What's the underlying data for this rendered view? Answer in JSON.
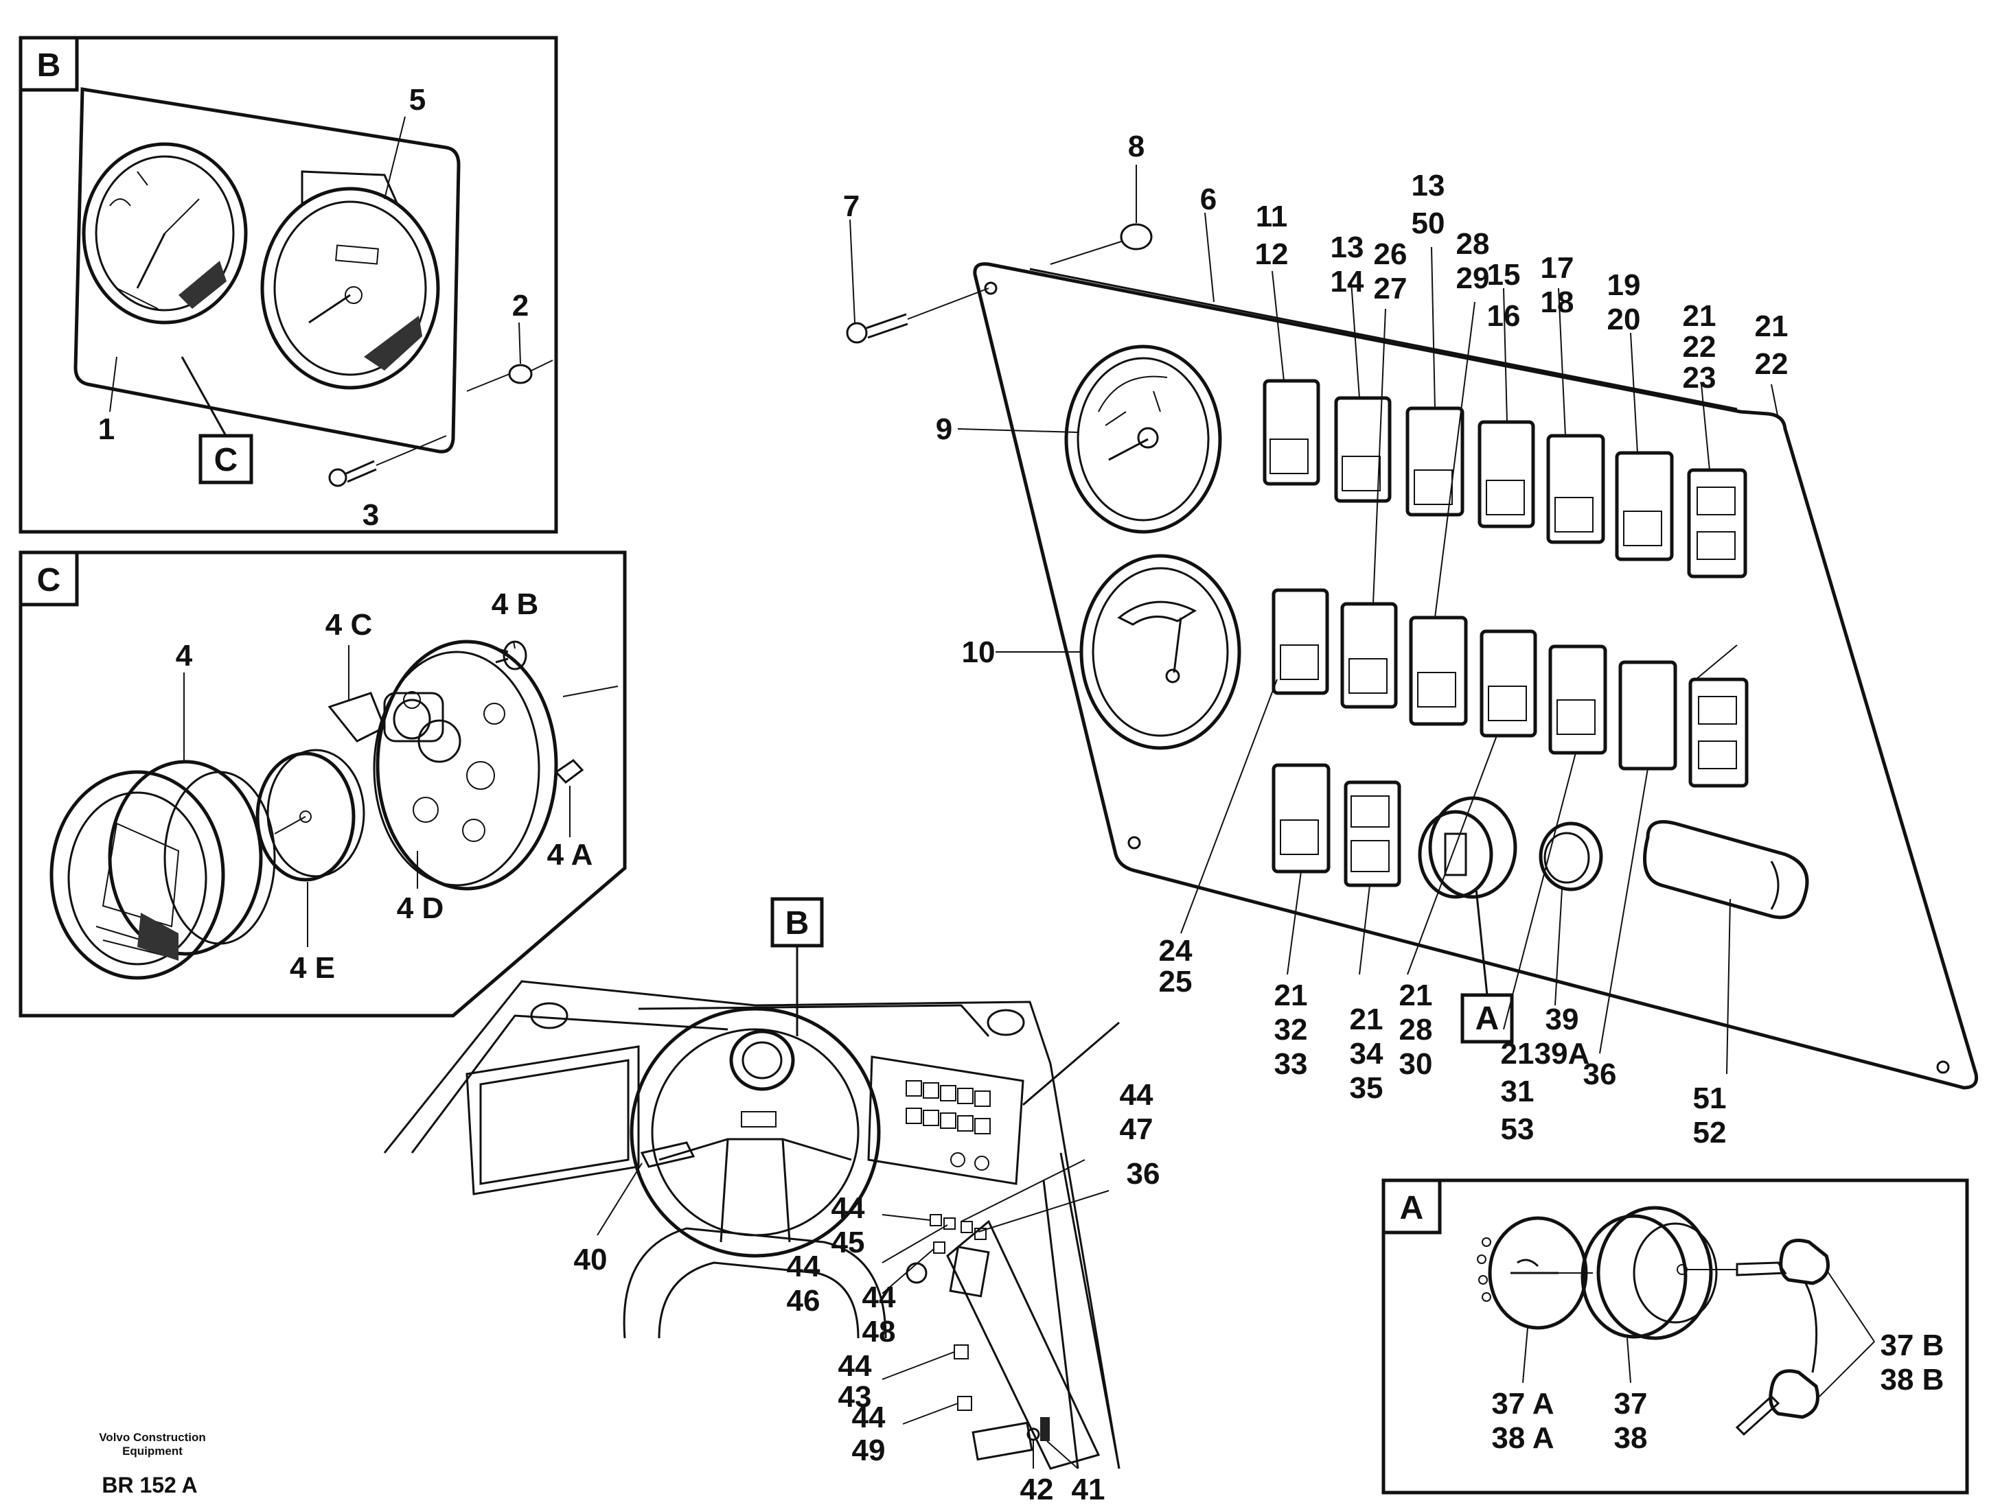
{
  "detail_boxes": {
    "b": "B",
    "c": "C",
    "a": "A"
  },
  "callouts": {
    "c_on_b": "C",
    "b_on_cab": "B",
    "a_on_panel": "A"
  },
  "labels_b": {
    "n1": "1",
    "n2": "2",
    "n3": "3",
    "n5": "5"
  },
  "labels_c": {
    "n4": "4",
    "n4a": "4 A",
    "n4b": "4 B",
    "n4c": "4 C",
    "n4d": "4 D",
    "n4e": "4 E"
  },
  "labels_panel": {
    "n6": "6",
    "n7": "7",
    "n8": "8",
    "n9": "9",
    "n10": "10",
    "g1112": [
      "11",
      "12"
    ],
    "g1314": [
      "13",
      "14"
    ],
    "g1350": [
      "13",
      "50"
    ],
    "g2627": [
      "26",
      "27"
    ],
    "g2829": [
      "28",
      "29"
    ],
    "g1516": [
      "15",
      "16"
    ],
    "g1718": [
      "17",
      "18"
    ],
    "g1920": [
      "19",
      "20"
    ],
    "g212223": [
      "21",
      "22",
      "23"
    ],
    "g2122": [
      "21",
      "22"
    ],
    "g2425": [
      "24",
      "25"
    ],
    "g213233": [
      "21",
      "32",
      "33"
    ],
    "g213435": [
      "21",
      "34",
      "35"
    ],
    "g212830": [
      "21",
      "28",
      "30"
    ],
    "g213153": [
      "21",
      "31",
      "53"
    ],
    "g3939a": [
      "39",
      "39A"
    ],
    "n36": "36",
    "g5152": [
      "51",
      "52"
    ]
  },
  "labels_cab": {
    "n40": "40",
    "n41": "41",
    "n42": "42",
    "n36": "36",
    "g4447": [
      "44",
      "47"
    ],
    "g4445": [
      "44",
      "45"
    ],
    "g4446": [
      "44",
      "46"
    ],
    "g4448": [
      "44",
      "48"
    ],
    "g4443": [
      "44",
      "43"
    ],
    "g4449": [
      "44",
      "49"
    ]
  },
  "labels_a": {
    "g37a": [
      "37 A",
      "38 A"
    ],
    "g37": [
      "37",
      "38"
    ],
    "g37b": [
      "37 B",
      "38 B"
    ]
  },
  "footer": {
    "company_line1": "Volvo Construction",
    "company_line2": "Equipment",
    "code": "BR 152 A"
  }
}
